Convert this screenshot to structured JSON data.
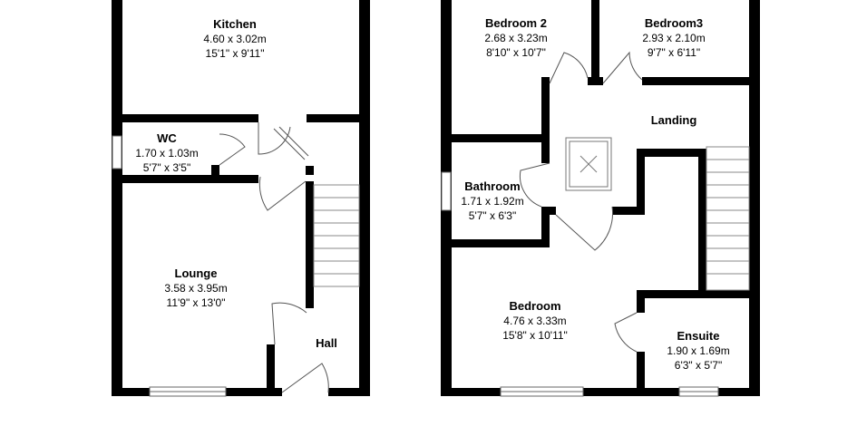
{
  "rooms": {
    "kitchen": {
      "name": "Kitchen",
      "metric": "4.60 x 3.02m",
      "imperial": "15'1\" x 9'11\""
    },
    "wc": {
      "name": "WC",
      "metric": "1.70 x 1.03m",
      "imperial": "5'7\" x 3'5\""
    },
    "lounge": {
      "name": "Lounge",
      "metric": "3.58 x 3.95m",
      "imperial": "11'9\" x 13'0\""
    },
    "hall": {
      "name": "Hall"
    },
    "bedroom2": {
      "name": "Bedroom 2",
      "metric": "2.68 x 3.23m",
      "imperial": "8'10\" x 10'7\""
    },
    "bedroom3": {
      "name": "Bedroom3",
      "metric": "2.93 x 2.10m",
      "imperial": "9'7\" x 6'11\""
    },
    "landing": {
      "name": "Landing"
    },
    "bathroom": {
      "name": "Bathroom",
      "metric": "1.71 x 1.92m",
      "imperial": "5'7\" x 6'3\""
    },
    "bedroom": {
      "name": "Bedroom",
      "metric": "4.76 x 3.33m",
      "imperial": "15'8\" x 10'11\""
    },
    "ensuite": {
      "name": "Ensuite",
      "metric": "1.90 x 1.69m",
      "imperial": "6'3\" x 5'7\""
    }
  }
}
